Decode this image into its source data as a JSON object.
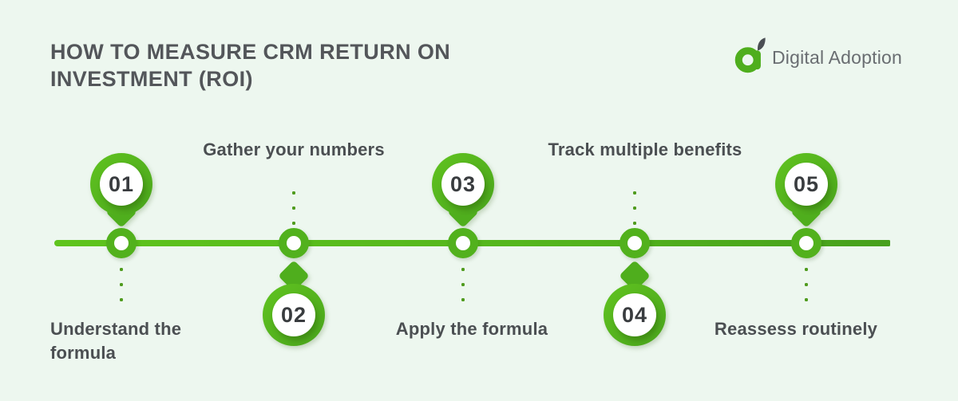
{
  "colors": {
    "background": "#edf7ef",
    "accent_green": "#52b11d",
    "accent_green_dark": "#47a01d",
    "title_gray": "#53565a",
    "label_gray": "#4b4f52"
  },
  "header": {
    "title_line1": "HOW TO MEASURE CRM RETURN ON",
    "title_line2": "INVESTMENT (ROI)"
  },
  "logo": {
    "text": "Digital Adoption"
  },
  "steps": [
    {
      "number": "01",
      "label": "Understand the formula",
      "pin_side": "top",
      "label_side": "below"
    },
    {
      "number": "02",
      "label": "Gather your numbers",
      "pin_side": "bottom",
      "label_side": "above"
    },
    {
      "number": "03",
      "label": "Apply the formula",
      "pin_side": "top",
      "label_side": "below"
    },
    {
      "number": "04",
      "label": "Track multiple benefits",
      "pin_side": "bottom",
      "label_side": "above"
    },
    {
      "number": "05",
      "label": "Reassess routinely",
      "pin_side": "top",
      "label_side": "below"
    }
  ]
}
